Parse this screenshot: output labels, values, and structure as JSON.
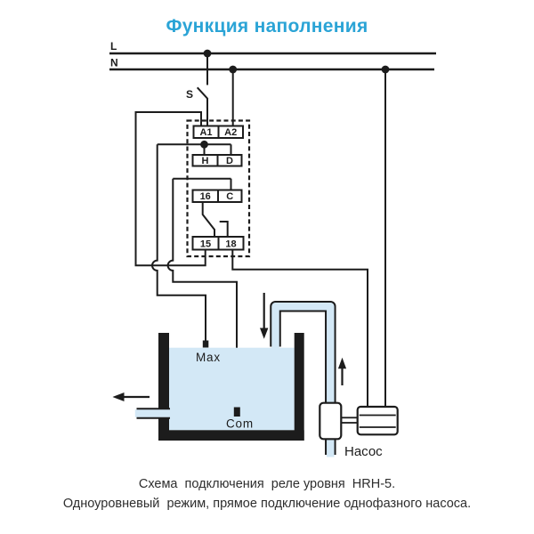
{
  "title": "Функция наполнения",
  "colors": {
    "accent": "#2ba4d6",
    "ink": "#1c1c1c",
    "water": "#d3e8f6",
    "caption": "#2e2e2e"
  },
  "power": {
    "l_label": "L",
    "n_label": "N"
  },
  "switch_label": "S",
  "relay": {
    "terminals": {
      "a1": "A1",
      "a2": "A2",
      "h": "H",
      "d": "D",
      "n16": "16",
      "c": "C",
      "n15": "15",
      "n18": "18"
    }
  },
  "tank": {
    "max_probe": "Max",
    "com_probe": "Com"
  },
  "pump_label": "Насос",
  "caption": {
    "line1": "Схема  подключения  реле уровня  HRH-5.",
    "line2": "Одноуровневый  режим, прямое подключение однофазного насоса."
  }
}
